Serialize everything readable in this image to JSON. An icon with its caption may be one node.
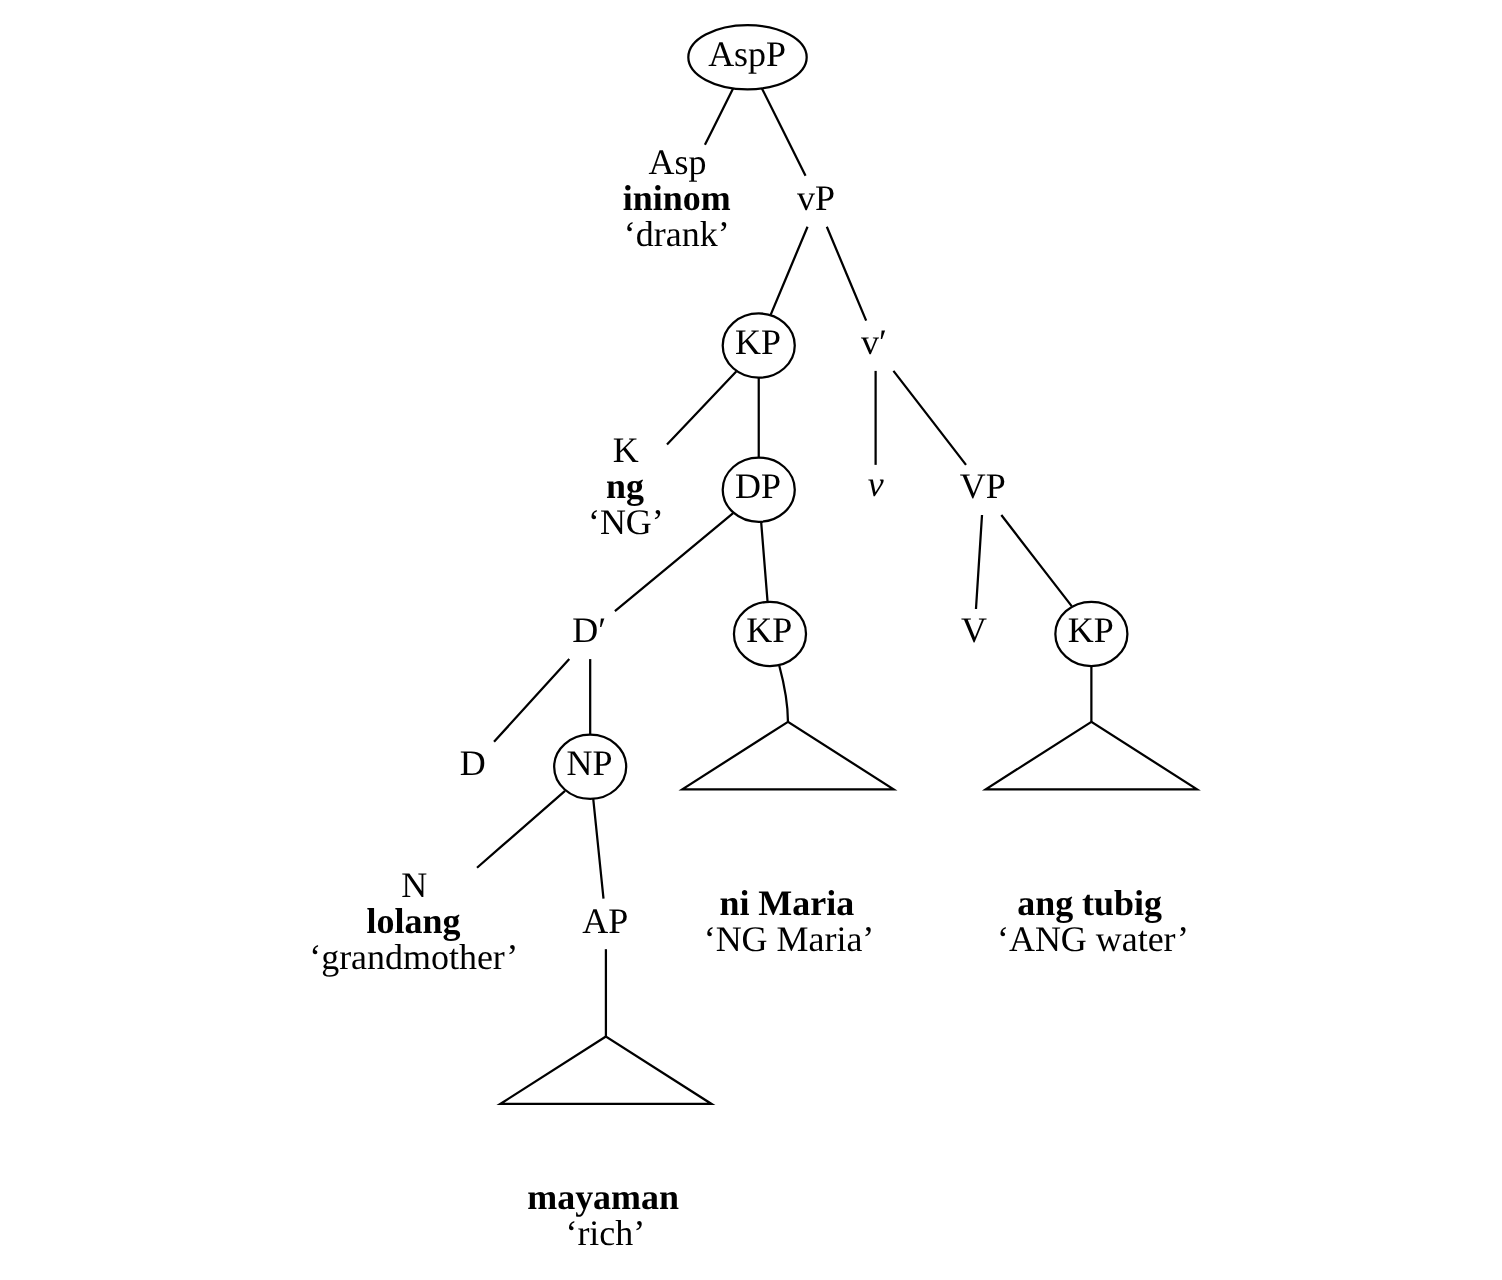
{
  "diagram": {
    "nodes": [
      {
        "text": [
          "AspP"
        ]
      },
      {
        "text": [
          "Asp",
          "ininom",
          "‘drank’"
        ]
      },
      {
        "text": [
          "vP"
        ]
      },
      {
        "text": [
          "KP"
        ]
      },
      {
        "text": [
          "v′"
        ]
      },
      {
        "text": [
          "K",
          "ng",
          "‘NG’"
        ]
      },
      {
        "text": [
          "DP"
        ]
      },
      {
        "text": [
          "v"
        ]
      },
      {
        "text": [
          "VP"
        ]
      },
      {
        "text": [
          "D′"
        ]
      },
      {
        "text": [
          "KP"
        ]
      },
      {
        "text": [
          "V"
        ]
      },
      {
        "text": [
          "KP"
        ]
      },
      {
        "text": [
          "D"
        ]
      },
      {
        "text": [
          "NP"
        ]
      },
      {
        "text": [],
        "shape": "triangle",
        "beside": [
          "ni Maria",
          "‘NG Maria’"
        ]
      },
      {
        "text": [],
        "shape": "triangle",
        "beside": [
          "ang tubig",
          "‘ANG water’"
        ]
      },
      {
        "text": [
          "N",
          "lolang",
          "‘grandmother’"
        ]
      },
      {
        "text": [
          "AP"
        ]
      },
      {
        "text": [],
        "shape": "triangle",
        "beside": [
          "mayaman",
          "‘rich’"
        ]
      }
    ],
    "edges": [
      {
        "from": 0,
        "to": 1,
        "arrow": "none"
      },
      {
        "from": 0,
        "to": 2,
        "arrow": "none"
      },
      {
        "from": 2,
        "to": 3,
        "arrow": "none"
      },
      {
        "from": 2,
        "to": 4,
        "arrow": "none"
      },
      {
        "from": 3,
        "to": 5,
        "arrow": "none"
      },
      {
        "from": 3,
        "to": 6,
        "arrow": "none"
      },
      {
        "from": 4,
        "to": 7,
        "arrow": "none"
      },
      {
        "from": 4,
        "to": 8,
        "arrow": "none"
      },
      {
        "from": 6,
        "to": 9,
        "arrow": "none"
      },
      {
        "from": 6,
        "to": 10,
        "arrow": "none"
      },
      {
        "from": 8,
        "to": 11,
        "arrow": "none"
      },
      {
        "from": 8,
        "to": 12,
        "arrow": "none"
      },
      {
        "from": 9,
        "to": 13,
        "arrow": "none"
      },
      {
        "from": 9,
        "to": 14,
        "arrow": "none"
      },
      {
        "from": 10,
        "to": 15,
        "arrow": "none"
      },
      {
        "from": 12,
        "to": 16,
        "arrow": "none"
      },
      {
        "from": 14,
        "to": 17,
        "arrow": "none"
      },
      {
        "from": 14,
        "to": 18,
        "arrow": "none"
      },
      {
        "from": 18,
        "to": 19,
        "arrow": "none"
      }
    ]
  }
}
